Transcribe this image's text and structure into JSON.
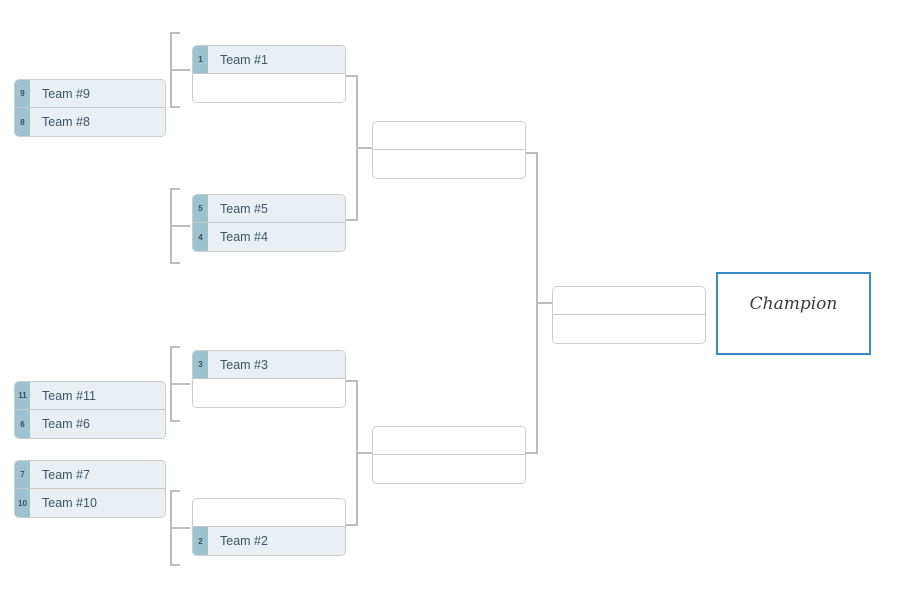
{
  "theme": {
    "page_background": "#ffffff",
    "box_border": "#cccccc",
    "slot_filled_background": "#e9eff2",
    "slot_empty_background": "#ffffff",
    "seed_badge_color": "#9cc3cf",
    "seed_text_color": "#3d4f58",
    "team_text_color": "#3f5663",
    "connector_color": "#bdbdbd",
    "champion_border": "#3a8ac8",
    "champion_text": "#3b3b3b"
  },
  "champion": {
    "label": "Champion"
  },
  "rounds": [
    {
      "name": "play-in",
      "matches": [
        {
          "id": "playin-1",
          "slots": [
            {
              "seed": "9",
              "team": "Team #9",
              "filled": true
            },
            {
              "seed": "8",
              "team": "Team #8",
              "filled": true
            }
          ]
        },
        {
          "id": "playin-2",
          "slots": [
            {
              "seed": "11",
              "team": "Team #11",
              "filled": true
            },
            {
              "seed": "6",
              "team": "Team #6",
              "filled": true
            }
          ]
        },
        {
          "id": "playin-3",
          "slots": [
            {
              "seed": "7",
              "team": "Team #7",
              "filled": true
            },
            {
              "seed": "10",
              "team": "Team #10",
              "filled": true
            }
          ]
        }
      ]
    },
    {
      "name": "round-1",
      "matches": [
        {
          "id": "r1-m1",
          "slots": [
            {
              "seed": "1",
              "team": "Team #1",
              "filled": true
            },
            {
              "seed": "",
              "team": "",
              "filled": false
            }
          ]
        },
        {
          "id": "r1-m2",
          "slots": [
            {
              "seed": "5",
              "team": "Team #5",
              "filled": true
            },
            {
              "seed": "4",
              "team": "Team #4",
              "filled": true
            }
          ]
        },
        {
          "id": "r1-m3",
          "slots": [
            {
              "seed": "3",
              "team": "Team #3",
              "filled": true
            },
            {
              "seed": "",
              "team": "",
              "filled": false
            }
          ]
        },
        {
          "id": "r1-m4",
          "slots": [
            {
              "seed": "",
              "team": "",
              "filled": false
            },
            {
              "seed": "2",
              "team": "Team #2",
              "filled": true
            }
          ]
        }
      ]
    },
    {
      "name": "semifinal",
      "matches": [
        {
          "id": "sf-m1",
          "slots": [
            {
              "seed": "",
              "team": "",
              "filled": false
            },
            {
              "seed": "",
              "team": "",
              "filled": false
            }
          ]
        },
        {
          "id": "sf-m2",
          "slots": [
            {
              "seed": "",
              "team": "",
              "filled": false
            },
            {
              "seed": "",
              "team": "",
              "filled": false
            }
          ]
        }
      ]
    },
    {
      "name": "final",
      "matches": [
        {
          "id": "f-m1",
          "slots": [
            {
              "seed": "",
              "team": "",
              "filled": false
            },
            {
              "seed": "",
              "team": "",
              "filled": false
            }
          ]
        }
      ]
    }
  ]
}
